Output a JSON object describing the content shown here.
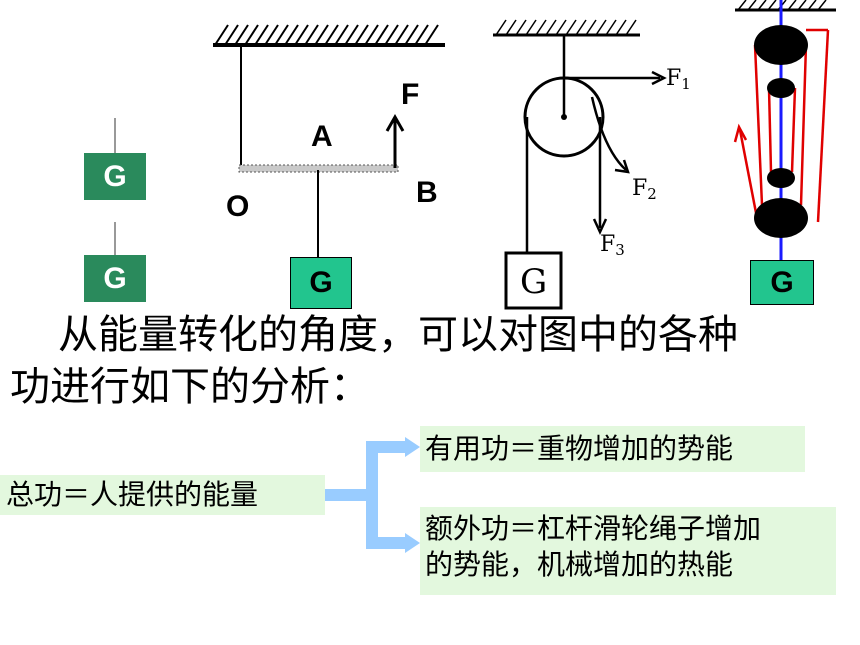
{
  "labels": {
    "G": "G",
    "F": "F",
    "A": "A",
    "B": "B",
    "O": "O",
    "F1": "F",
    "F1_sub": "1",
    "F2": "F",
    "F2_sub": "2",
    "F3": "F",
    "F3_sub": "3"
  },
  "paragraph": {
    "line1": "从能量转化的角度，可以对图中的各种",
    "line2": "功进行如下的分析："
  },
  "boxes": {
    "total": "总功＝人提供的能量",
    "useful": "有用功＝重物增加的势能",
    "extra_line1": "额外功＝杠杆滑轮绳子增加",
    "extra_line2": "的势能，机械增加的热能"
  },
  "colors": {
    "g_box_dark": "#2a8a5c",
    "g_box_light": "#22c58e",
    "box_bg": "#e3f8de",
    "bracket": "#99ccff",
    "rope_red": "#e00000",
    "axis_blue": "#1a1aff"
  }
}
